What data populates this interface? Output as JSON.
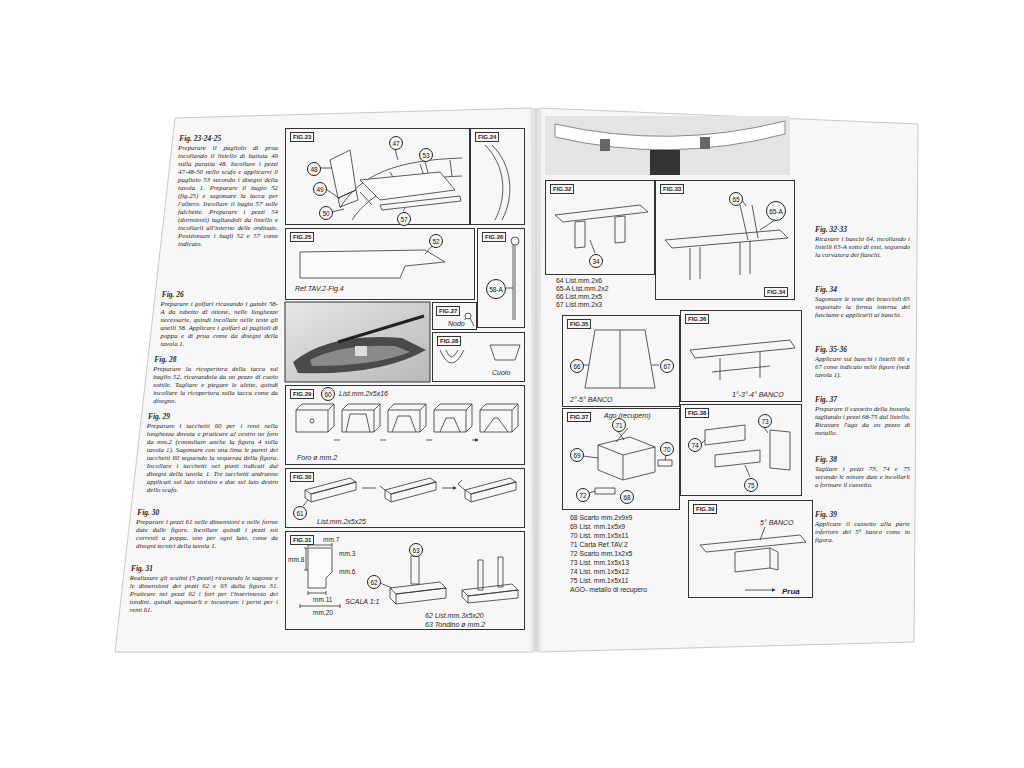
{
  "diagram": {
    "nodes": [
      {
        "text": [
          "FIG.23"
        ]
      },
      {
        "text": [
          "47"
        ],
        "in": 0
      },
      {
        "text": [
          "53"
        ],
        "in": 0
      },
      {
        "text": [
          "48"
        ],
        "in": 0
      },
      {
        "text": [
          "49"
        ],
        "in": 0
      },
      {
        "text": [
          "50"
        ],
        "in": 0
      },
      {
        "text": [
          "57"
        ],
        "in": 0
      },
      {
        "text": [
          "FIG.24"
        ]
      },
      {
        "text": [
          "FIG.25",
          "Ref.TAV.2-Fig.4"
        ]
      },
      {
        "text": [
          "52"
        ],
        "in": 8
      },
      {
        "text": [
          "FIG.26"
        ]
      },
      {
        "text": [
          "58-A"
        ],
        "in": 10
      },
      {
        "text": [
          "FIG.27",
          "Nodo"
        ]
      },
      {
        "text": [
          "FIG.28",
          "Cuoio"
        ]
      },
      {
        "text": [
          "FIG.29",
          "List.mm.2x5x16",
          "Foro ø mm.2"
        ]
      },
      {
        "text": [
          "60"
        ],
        "in": 14
      },
      {
        "text": [
          "FIG.30",
          "List.mm.2x5x25"
        ]
      },
      {
        "text": [
          "61"
        ],
        "in": 16
      },
      {
        "text": [
          "FIG.31",
          "SCALA 1:1",
          "62 List.mm.3x5x20",
          "63 Tondino ø mm.2"
        ]
      },
      {
        "text": [
          "63"
        ],
        "in": 18
      },
      {
        "text": [
          "62"
        ],
        "in": 18
      },
      {
        "text": [
          "FIG.32"
        ]
      },
      {
        "text": [
          "34"
        ],
        "in": 21
      },
      {
        "text": [
          "FIG.33",
          "FIG.34"
        ]
      },
      {
        "text": [
          "65"
        ],
        "in": 23
      },
      {
        "text": [
          "65-A"
        ],
        "in": 23
      },
      {
        "text": [
          "FIG.35",
          "2°-5° BANCO"
        ]
      },
      {
        "text": [
          "66"
        ],
        "in": 26
      },
      {
        "text": [
          "67"
        ],
        "in": 26
      },
      {
        "text": [
          "FIG.36",
          "1°-3°-4° BANCO"
        ]
      },
      {
        "text": [
          "FIG.37",
          "Ago (recupero)"
        ]
      },
      {
        "text": [
          "71"
        ],
        "in": 30
      },
      {
        "text": [
          "69"
        ],
        "in": 30
      },
      {
        "text": [
          "70"
        ],
        "in": 30
      },
      {
        "text": [
          "72"
        ],
        "in": 30
      },
      {
        "text": [
          "68"
        ],
        "in": 30
      },
      {
        "text": [
          "FIG.38"
        ]
      },
      {
        "text": [
          "73"
        ],
        "in": 36
      },
      {
        "text": [
          "74"
        ],
        "in": 36
      },
      {
        "text": [
          "75"
        ],
        "in": 36
      },
      {
        "text": [
          "FIG.39",
          "5° BANCO",
          "Prua"
        ]
      }
    ],
    "labels": [
      "Fig. 23-24-25",
      "Preparare il pagliolo di prua incollando il listello di battuta 49 sulla paratia 48. Incollare i pezzi 47-48-50 nello scafo e applicarvi il pagliolo 53 secondo i disegni della tavola 1. Preparare il bagio 52 (fig.25) e sagomare la tacca per l'albero. Incollare il bagio 57 sulle falchette. Preparare i pezzi 54 (dormienti) tagliandoli da listello e incollarli all'interno delle ordinate. Posizionare i bagli 52 e 57 come indicato.",
      "Fig. 26",
      "Preparare i golfari ricavando i gambi 58-A da tubetto di ottone, nelle lunghezze necessarie, quindi incollare nelle teste gli anelli 58. Applicare i golfari ai paglioli di poppa e di prua come da disegni della tavola 1.",
      "Fig. 28",
      "Preparare la ricopertura della tacca sul baglio 52, ricavandola da un pezzo di cuoio sottile. Tagliare e piegare le alette, quindi incollare la ricopertura sulla tacca come da disegno.",
      "Fig. 29",
      "Preparare i tacchetti 60 per i remi nella lunghezza dovuta e praticare al centro un foro da mm.2 (consultare anche la figura 4 sulla tavola 1). Sagomare con una lima le pareti dei tacchetti 60 seguendo la sequenza della figura. Incollare i tacchetti nei punti indicati dai disegni della tavola 1. Tre tacchetti andranno applicati sul lato sinistro e due sul lato destro dello scafo.",
      "Fig. 30",
      "Preparare i pezzi 61 nelle dimensioni e nelle forme date dalle figure. Incollare quindi i pezzi sui correnti a poppa, uno per ogni lato, come da disegni tecnici della tavola 1.",
      "Fig. 31",
      "Realizzare gli scalmi (5 pezzi) ricavando le sagome e le dimensioni dei pezzi 62 e 63 dalla figura 31. Praticare nei pezzi 62 i fori per l'inserimento dei tondini, quindi sagomarli e incastrare i perni per i remi 61.",
      "mm.7",
      "mm.8",
      "mm.3",
      "mm.6",
      "mm.11",
      "mm.20",
      "64 List.mm.2x6",
      "65-A List.mm.2x2",
      "66 List.mm.2x5",
      "67 List.mm.2x3",
      "68 Scarto mm.2x9x9",
      "69 List. mm.1x5x9",
      "70 List. mm.1x5x11",
      "71 Carta Ref.TAV.2",
      "72 Scarto mm.1x2x5",
      "73 List. mm.1x5x13",
      "74 List. mm.1x5x12",
      "75 List. mm.1x5x11",
      "AGO- metallo di recupero",
      "Fig. 32-33",
      "Ricavare i banchi 64, incollando i listelli 65-A sotto di essi, seguendo la curvatura dei fianchi.",
      "Fig. 34",
      "Sagomare le teste dei braccioli 65 seguendo la forma interna del fasciame e applicarli ai banchi.",
      "Fig. 35-36",
      "Applicare sui banchi i listelli 66 e 67 come indicato nelle figure (vedi tavola 1).",
      "Fig. 37",
      "Preparare il cassetto della bussola tagliando i pezzi 68-75 dal listello. Ricavare l'ago da un pezzo di metallo.",
      "Fig. 38",
      "Tagliare i pezzi 73, 74 e 75 secondo le misure date e incollarli a formare il cassetto.",
      "Fig. 39",
      "Applicare il cassetto alla parte inferiore del 5° banco come in figura."
    ]
  }
}
